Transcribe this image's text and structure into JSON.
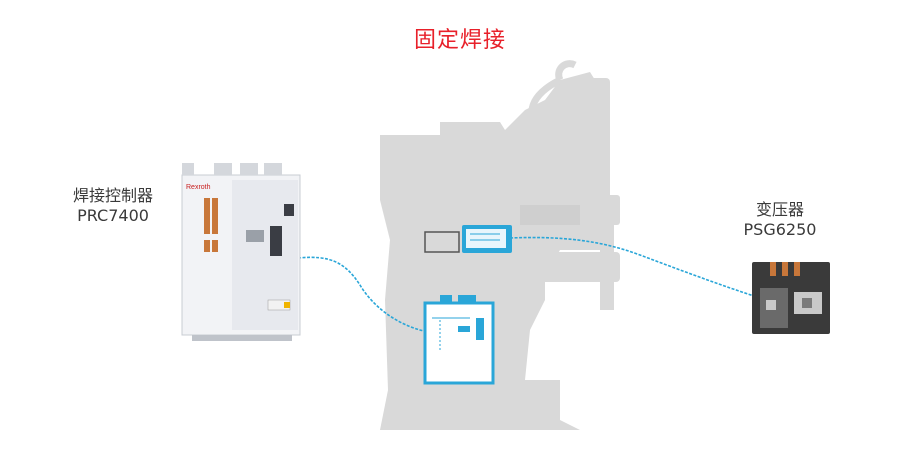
{
  "title": "固定焊接",
  "controller": {
    "name": "焊接控制器",
    "model": "PRC7400",
    "brand_text": "Rexroth"
  },
  "transformer": {
    "name": "变压器",
    "model": "PSG6250"
  },
  "colors": {
    "title": "#e8202a",
    "cable": "#2aa6d8",
    "machine": "#d9d9d9",
    "transformer_body": "#3a3a3a",
    "transformer_stripe": "#c8773a"
  }
}
